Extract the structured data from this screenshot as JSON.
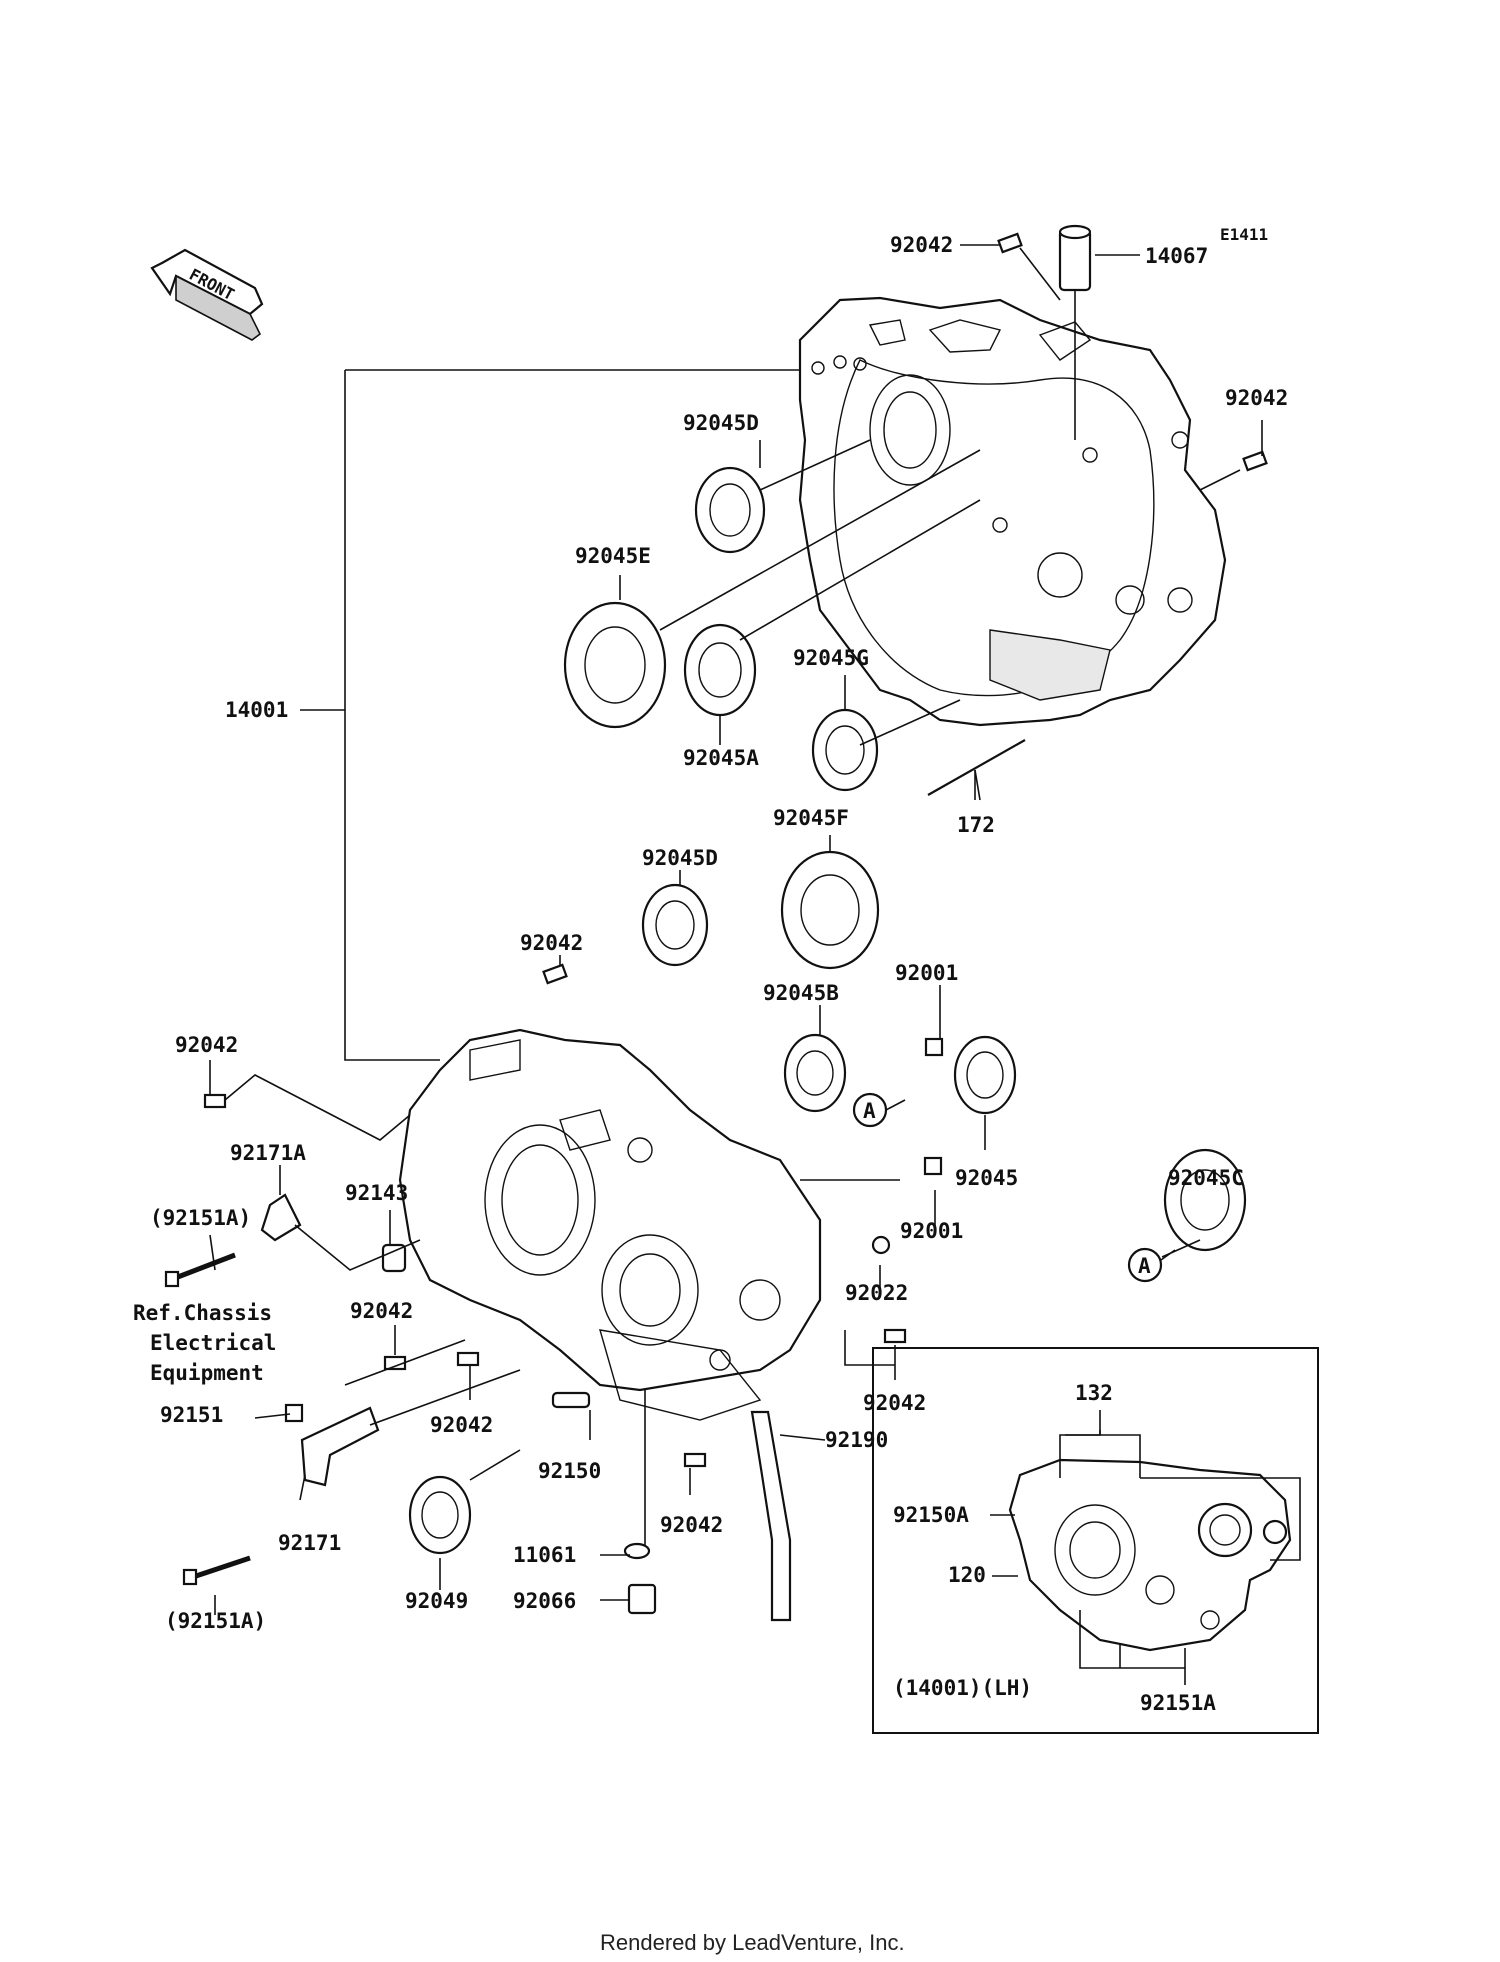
{
  "diagram_code": "E1411",
  "front_label": "FRONT",
  "labels": {
    "p92042_top": "92042",
    "p14067": "14067",
    "p92042_right": "92042",
    "p92045D_top": "92045D",
    "p92045E": "92045E",
    "p14001": "14001",
    "p92045A": "92045A",
    "p92045G": "92045G",
    "p172": "172",
    "p92045F": "92045F",
    "p92045D_mid": "92045D",
    "p92042_mid": "92042",
    "p92001_top": "92001",
    "p92045B": "92045B",
    "p92042_left": "92042",
    "p92171A": "92171A",
    "p92143": "92143",
    "p92151A_paren_top": "(92151A)",
    "p92045": "92045",
    "p92045C": "92045C",
    "p92001_mid": "92001",
    "p92022": "92022",
    "p92042_lower_left": "92042",
    "p92042_center": "92042",
    "p92042_lower_right": "92042",
    "p92151": "92151",
    "p92150": "92150",
    "p92190": "92190",
    "p92042_bottom": "92042",
    "p92171": "92171",
    "p92151A_paren_bottom": "(92151A)",
    "p92049": "92049",
    "p11061": "11061",
    "p92066": "92066",
    "p132": "132",
    "p92150A": "92150A",
    "p120": "120",
    "p92151A_inset": "92151A",
    "inset_caption": "(14001)(LH)",
    "ref_a_1": "A",
    "ref_a_2": "A",
    "ref_chassis_line1": "Ref.Chassis",
    "ref_chassis_line2": "Electrical",
    "ref_chassis_line3": "Equipment"
  },
  "footer_text": "Rendered by LeadVenture, Inc."
}
